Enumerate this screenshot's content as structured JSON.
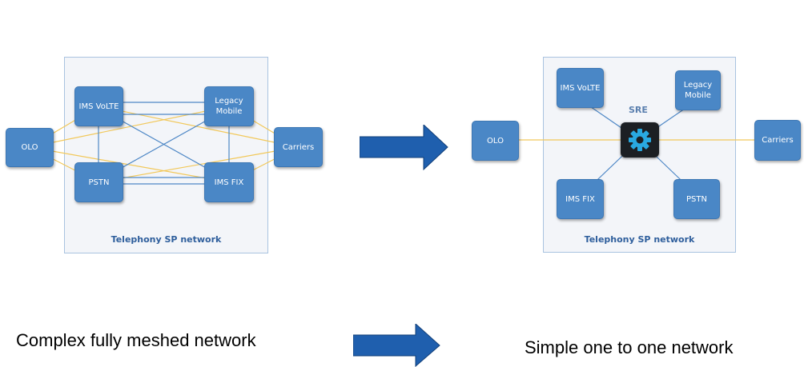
{
  "left_diagram": {
    "network_label": "Telephony SP network",
    "nodes": {
      "olo": "OLO",
      "ims_volte": "IMS VoLTE",
      "legacy_mobile": "Legacy\nMobile",
      "carriers": "Carriers",
      "pstn": "PSTN",
      "ims_fix": "IMS FIX"
    }
  },
  "right_diagram": {
    "network_label": "Telephony SP network",
    "hub_label": "SRE",
    "hub_icon": "gear-icon",
    "nodes": {
      "olo": "OLO",
      "ims_volte": "IMS VoLTE",
      "legacy_mobile": "Legacy\nMobile",
      "carriers": "Carriers",
      "ims_fix": "IMS FIX",
      "pstn": "PSTN"
    }
  },
  "captions": {
    "left": "Complex fully meshed network",
    "right": "Simple one to one network"
  },
  "colors": {
    "node_fill": "#4a87c6",
    "blue_link": "#4f88c6",
    "yellow_link": "#f2c85a",
    "arrow": "#1f5fae",
    "gear": "#29a9e1"
  }
}
